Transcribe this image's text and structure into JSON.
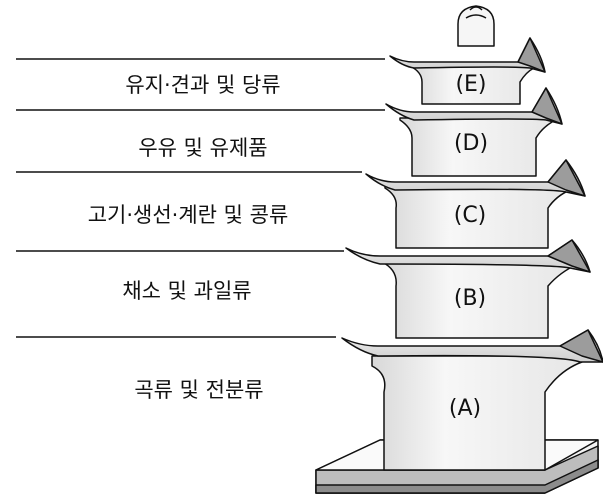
{
  "diagram": {
    "tiers": [
      {
        "key": "E",
        "marker": "(E)",
        "label": "유지·견과 및 당류"
      },
      {
        "key": "D",
        "marker": "(D)",
        "label": "우유 및 유제품"
      },
      {
        "key": "C",
        "marker": "(C)",
        "label": "고기·생선·계란 및 콩류"
      },
      {
        "key": "B",
        "marker": "(B)",
        "label": "채소 및 과일류"
      },
      {
        "key": "A",
        "marker": "(A)",
        "label": "곡류 및 전분류"
      }
    ]
  },
  "colors": {
    "body": "#efefef",
    "roof": "#cfcfcf",
    "roofShade": "#9c9c9c",
    "outline": "#111111",
    "base": "#bdbdbd"
  }
}
